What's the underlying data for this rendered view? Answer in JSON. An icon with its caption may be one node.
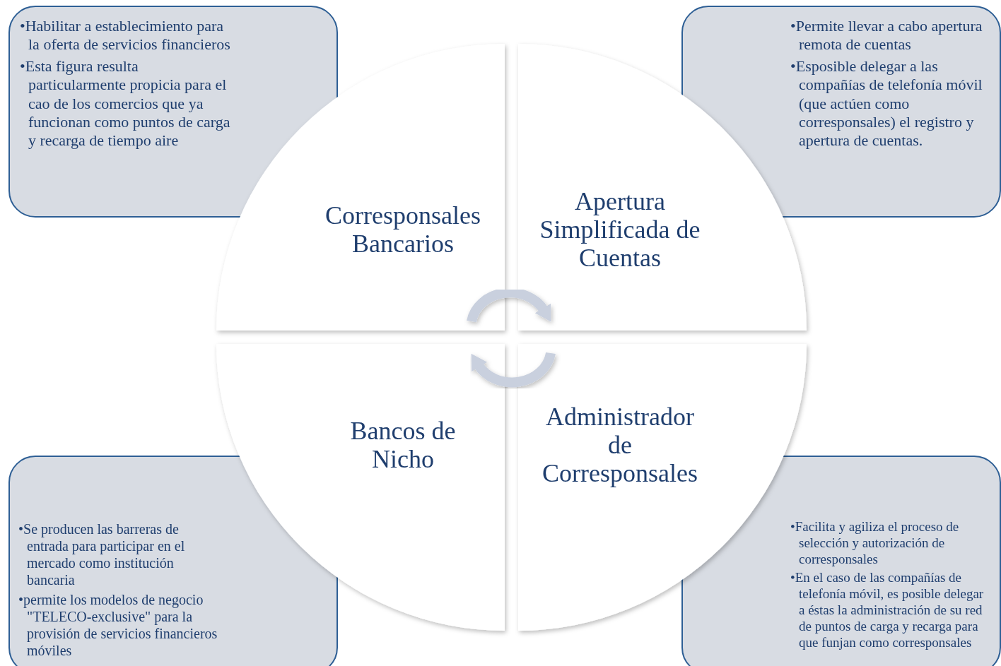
{
  "diagram": {
    "nodes": [
      {
        "text": [
          "•Habilitar a establecimiento para la oferta de servicios financieros",
          "•Esta figura resulta particularmente propicia para el cao de los comercios que ya funcionan como puntos de carga y recarga de tiempo aire"
        ]
      },
      {
        "text": [
          "•Permite llevar a cabo apertura remota de cuentas",
          "•Esposible delegar a las compañías de telefonía móvil (que actúen como corresponsales) el registro y apertura de cuentas."
        ]
      },
      {
        "text": [
          "•Se producen las barreras de entrada para participar en el mercado como institución bancaria",
          "•permite los modelos de negocio \"TELECO-exclusive\" para la provisión de servicios financieros móviles"
        ]
      },
      {
        "text": [
          "•Facilita y agiliza el proceso de selección y autorización de corresponsales",
          "•En el caso de las compañías de telefonía móvil, es posible delegar a éstas la administración de su red de puntos de carga y recarga para que funjan como corresponsales"
        ]
      },
      {
        "text": [
          "Corresponsales Bancarios"
        ]
      },
      {
        "text": [
          "Apertura Simplificada de Cuentas"
        ]
      },
      {
        "text": [
          "Bancos de Nicho"
        ]
      },
      {
        "text": [
          "Administrador de Corresponsales"
        ]
      }
    ],
    "edges": [
      {
        "from": 4,
        "to": 5,
        "arrow": "to"
      },
      {
        "from": 7,
        "to": 6,
        "arrow": "to"
      }
    ]
  }
}
